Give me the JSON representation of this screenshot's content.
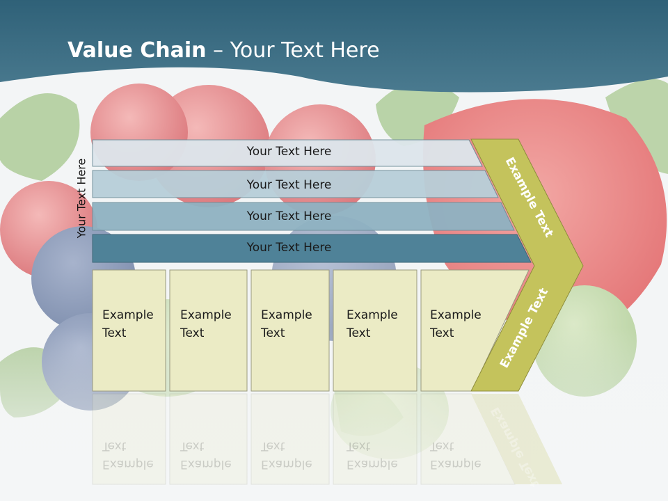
{
  "slide": {
    "title_bold": "Value Chain",
    "title_rest": " – Your Text Here",
    "side_label": "Your Text Here",
    "bars": [
      {
        "label": "Your Text Here",
        "color": "#dde6ec"
      },
      {
        "label": "Your Text Here",
        "color": "#b8cfd9"
      },
      {
        "label": "Your Text Here",
        "color": "#8fb2c2"
      },
      {
        "label": "Your Text Here",
        "color": "#4f8298"
      }
    ],
    "columns": [
      {
        "line1": "Example",
        "line2": "Text"
      },
      {
        "line1": "Example",
        "line2": "Text"
      },
      {
        "line1": "Example",
        "line2": "Text"
      },
      {
        "line1": "Example",
        "line2": "Text"
      },
      {
        "line1": "Example",
        "line2": "Text"
      }
    ],
    "arrow_top_label": "Example Text",
    "arrow_bottom_label": "Example Text",
    "colors": {
      "header": "#3d6e84",
      "column_fill": "#ebebc5",
      "arrow_fill": "#c4c35c",
      "title_text": "#ffffff"
    }
  }
}
